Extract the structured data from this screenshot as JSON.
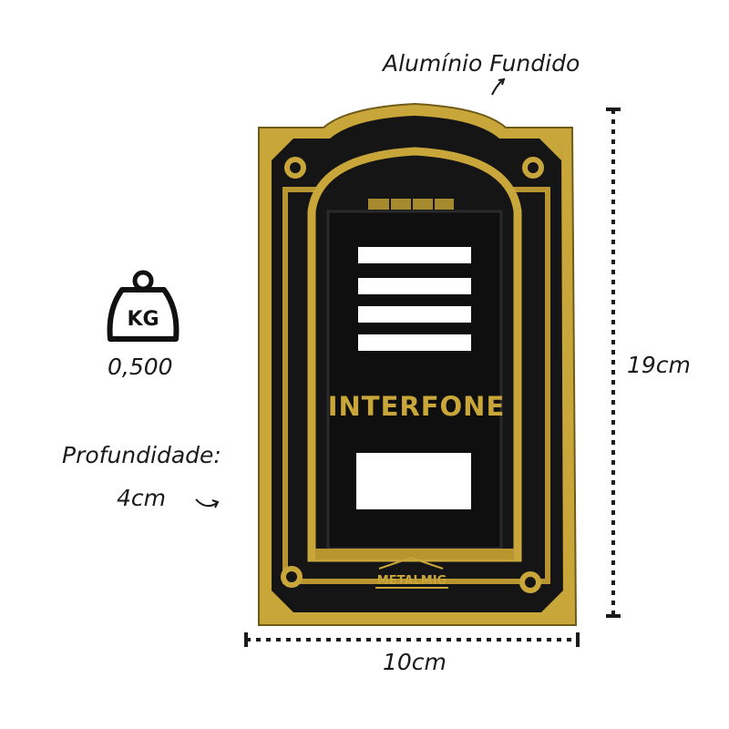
{
  "material_label": "Alumínio Fundido",
  "weight": {
    "icon": "weight-kg-icon",
    "icon_text": "KG",
    "value": "0,500"
  },
  "depth": {
    "title": "Profundidade:",
    "value": "4cm"
  },
  "dimensions": {
    "height": "19cm",
    "width": "10cm"
  },
  "product": {
    "panel_text": "INTERFONE",
    "brand": "METALMIG"
  },
  "colors": {
    "gold": "#c9a63a",
    "dark_gold": "#8a6f1c",
    "black": "#121212",
    "background": "#ffffff"
  }
}
